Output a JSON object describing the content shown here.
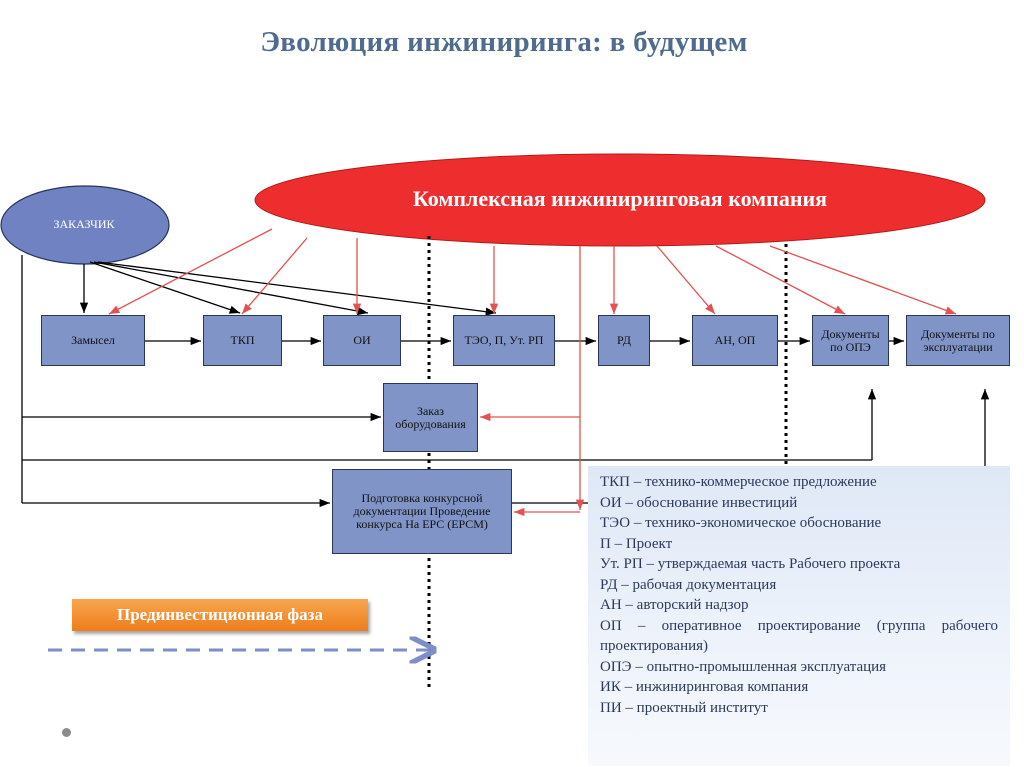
{
  "title": "Эволюция инжиниринга: в будущем",
  "customer": "ЗАКАЗЧИК",
  "company": "Комплексная инжиниринговая компания",
  "nodes": {
    "zamysel": "Замысел",
    "tkp": "ТКП",
    "oi": "ОИ",
    "teo": "ТЭО, П, Ут. РП",
    "rd": "РД",
    "an": "АН, ОП",
    "ope": "Документы по ОПЭ",
    "expl": "Документы по эксплуатации",
    "order": "Заказ оборудования",
    "tender": "Подготовка конкурсной документации Проведение конкурса На EPC (EPCM)"
  },
  "phase": "Прединвестиционная фаза",
  "legend": [
    "ТКП – технико-коммерческое предложение",
    "ОИ – обоснование инвестиций",
    "ТЭО – технико-экономическое обоснование",
    "П – Проект",
    "Ут. РП – утверждаемая часть Рабочего проекта",
    "РД – рабочая документация",
    "АН – авторский надзор",
    "ОП – оперативное проектирование (группа рабочего проектирования)",
    "ОПЭ – опытно-промышленная эксплуатация",
    "ИК – инжиниринговая компания",
    "ПИ – проектный институт"
  ],
  "colors": {
    "title": "#4f6c8e",
    "node": "#8094c8",
    "customer": "#7082c2",
    "company": "#ee2e2e",
    "red_arrow": "#e55050",
    "phase": "#ee7d1c"
  }
}
